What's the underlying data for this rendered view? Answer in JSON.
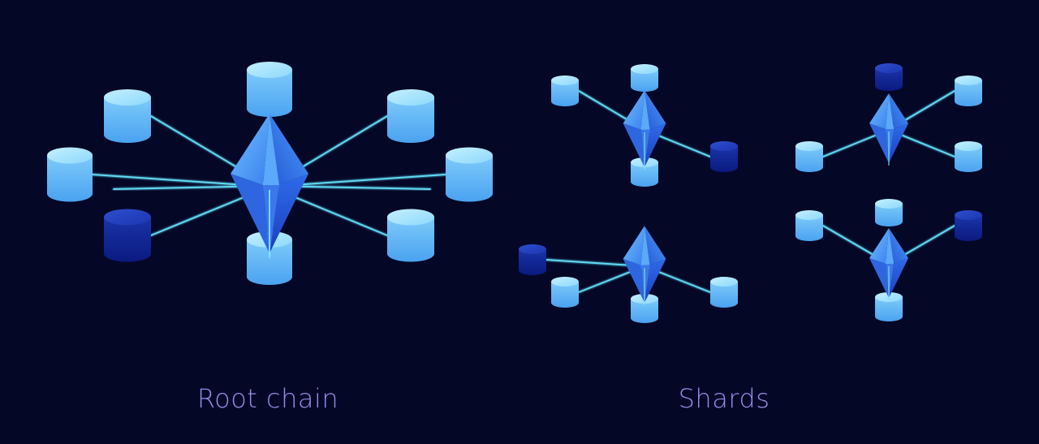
{
  "labels": {
    "root": "Root chain",
    "shards": "Shards"
  },
  "colors": {
    "background": "#050726",
    "caption": "#8F8FE8",
    "link": "#5FD8F2",
    "node_light_top": "#A3E6FF",
    "node_light_body": "#56B2F4",
    "node_dark_top": "#1F3BB4",
    "node_dark_body": "#0E1E8E",
    "hub": "#3D8DF5"
  },
  "groups": [
    {
      "id": "root-chain",
      "hub": "diamond",
      "nodes": [
        "light",
        "light",
        "light",
        "light",
        "light",
        "light",
        "dark",
        "light"
      ]
    },
    {
      "id": "shard-1",
      "hub": "diamond",
      "nodes": [
        "light",
        "light",
        "light",
        "dark"
      ]
    },
    {
      "id": "shard-2",
      "hub": "diamond",
      "nodes": [
        "dark",
        "light",
        "light",
        "light"
      ]
    },
    {
      "id": "shard-3",
      "hub": "diamond",
      "nodes": [
        "dark",
        "light",
        "light",
        "light"
      ]
    },
    {
      "id": "shard-4",
      "hub": "diamond",
      "nodes": [
        "light",
        "light",
        "dark",
        "light"
      ]
    }
  ]
}
